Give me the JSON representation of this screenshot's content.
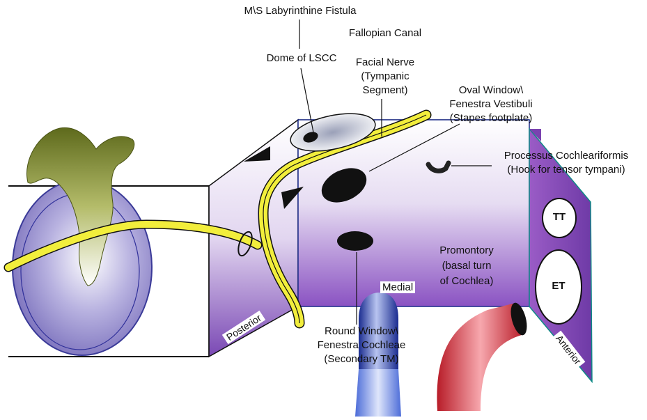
{
  "labels": {
    "labyrinthine_fistula": "M\\S Labyrinthine Fistula",
    "dome_lscc": "Dome of LSCC",
    "fallopian_canal": "Fallopian Canal",
    "facial_nerve_1": "Facial Nerve",
    "facial_nerve_2": "(Tympanic",
    "facial_nerve_3": "Segment)",
    "oval_window_1": "Oval Window\\",
    "oval_window_2": "Fenestra Vestibuli",
    "oval_window_3": "(Stapes footplate)",
    "processus_1": "Processus Cochleariformis",
    "processus_2": "(Hook for tensor tympani)",
    "promontory_1": "Promontory",
    "promontory_2": "(basal turn",
    "promontory_3": "of Cochlea)",
    "medial": "Medial",
    "round_window_1": "Round Window\\",
    "round_window_2": "Fenestra Cochleae",
    "round_window_3": "(Secondary TM)",
    "posterior": "Posterior",
    "anterior": "Anterior",
    "tt": "TT",
    "et": "ET"
  },
  "colors": {
    "facial_nerve": "#f2ee3c",
    "medial_wall_top": "#ffffff",
    "medial_wall_bottom": "#8a4fc0",
    "tympanic_membrane": "#8c84c8",
    "eustachian_tube": "#d8343c",
    "round_window_tube": "#2a3fa8",
    "malleus": "#7c8a2c"
  }
}
